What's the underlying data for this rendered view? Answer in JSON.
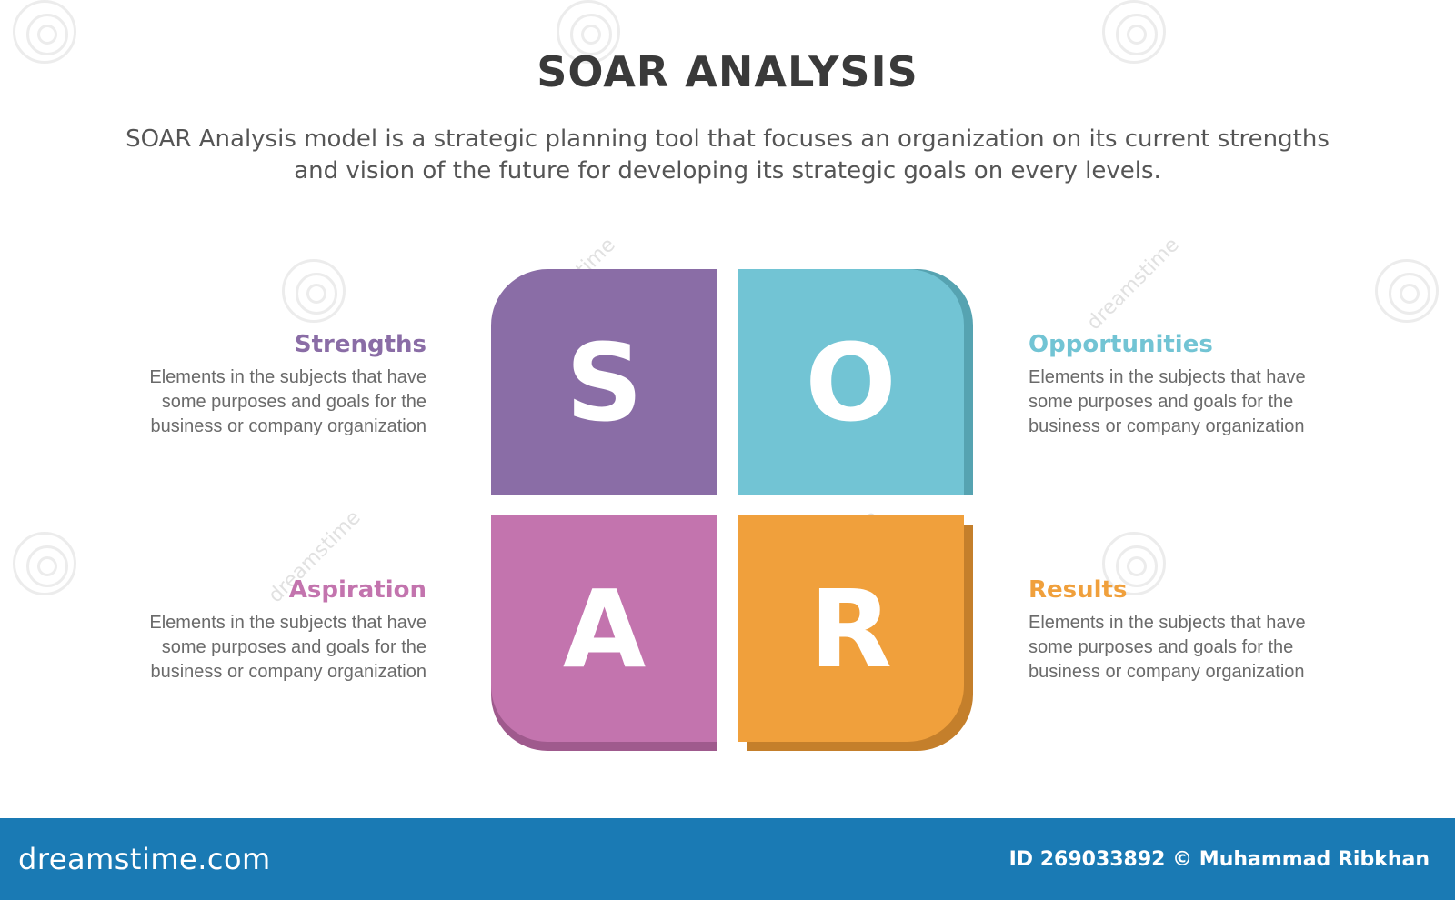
{
  "header": {
    "title": "SOAR ANALYSIS",
    "subtitle": "SOAR Analysis model is a strategic planning tool that focuses an organization on its current strengths and vision of the future for developing its strategic goals on every levels."
  },
  "quadrants": {
    "s": {
      "letter": "S",
      "color": "#8a6da6",
      "shadow": "#6e5587"
    },
    "o": {
      "letter": "O",
      "color": "#72c4d4",
      "shadow": "#56a3b1"
    },
    "a": {
      "letter": "A",
      "color": "#c374ae",
      "shadow": "#9f5a8d"
    },
    "r": {
      "letter": "R",
      "color": "#f0a03c",
      "shadow": "#c47f2b"
    }
  },
  "blocks": {
    "strengths": {
      "heading": "Strengths",
      "color": "#8a6da6",
      "desc_lines": [
        "Elements in the subjects that have",
        "some purposes and goals for the",
        "business or company organization"
      ]
    },
    "aspiration": {
      "heading": "Aspiration",
      "color": "#c374ae",
      "desc_lines": [
        "Elements in the subjects that have",
        "some purposes and goals for the",
        "business or company organization"
      ]
    },
    "opportunities": {
      "heading": "Opportunities",
      "color": "#72c4d4",
      "desc_lines": [
        "Elements in the subjects that have",
        "some purposes and goals for the",
        "business or company organization"
      ]
    },
    "results": {
      "heading": "Results",
      "color": "#f0a03c",
      "desc_lines": [
        "Elements in the subjects that have",
        "some purposes and goals for the",
        "business or company organization"
      ]
    }
  },
  "watermark": {
    "text": "dreamstime"
  },
  "footer": {
    "logo": "dreamstime.com",
    "credit": "ID 269033892 © Muhammad Ribkhan",
    "color": "#1a7ab4"
  }
}
